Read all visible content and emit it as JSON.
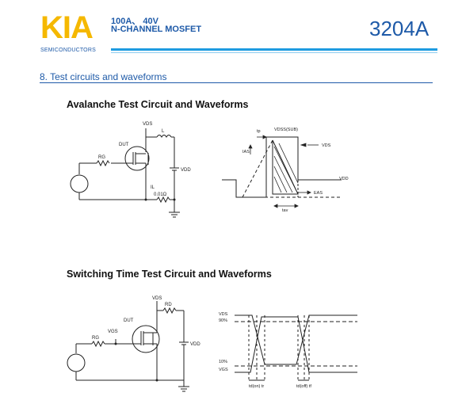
{
  "header": {
    "logo": "KIA",
    "logo_sub": "SEMICONDUCTORS",
    "spec_line1": "100A、 40V",
    "spec_line2": "N-CHANNEL MOSFET",
    "part_number": "3204A"
  },
  "section": {
    "title": "8. Test circuits and waveforms"
  },
  "avalanche": {
    "heading": "Avalanche Test Circuit and Waveforms",
    "circuit_labels": {
      "vds": "VDS",
      "l": "L",
      "dut": "DUT",
      "rg": "RG",
      "vdd": "VDD",
      "il": "IL",
      "r": "0.01Ω"
    },
    "wave_labels": {
      "tp": "tp",
      "vdss": "VDSS(SUB)",
      "ias": "IAS",
      "vds": "VDS",
      "vdd": "VDD",
      "eas": "EAS",
      "tav": "tav"
    }
  },
  "switching": {
    "heading": "Switching Time Test Circuit and Waveforms",
    "circuit_labels": {
      "vds": "VDS",
      "rd": "RD",
      "dut": "DUT",
      "vgs": "VGS",
      "rg": "RG",
      "vdd": "VDD"
    },
    "wave_labels": {
      "vds": "VDS",
      "p90": "90%",
      "p10": "10%",
      "vgs": "VGS",
      "tdon_tr": "td(on)  tr",
      "tdoff_tf": "td(off)  tf"
    }
  }
}
